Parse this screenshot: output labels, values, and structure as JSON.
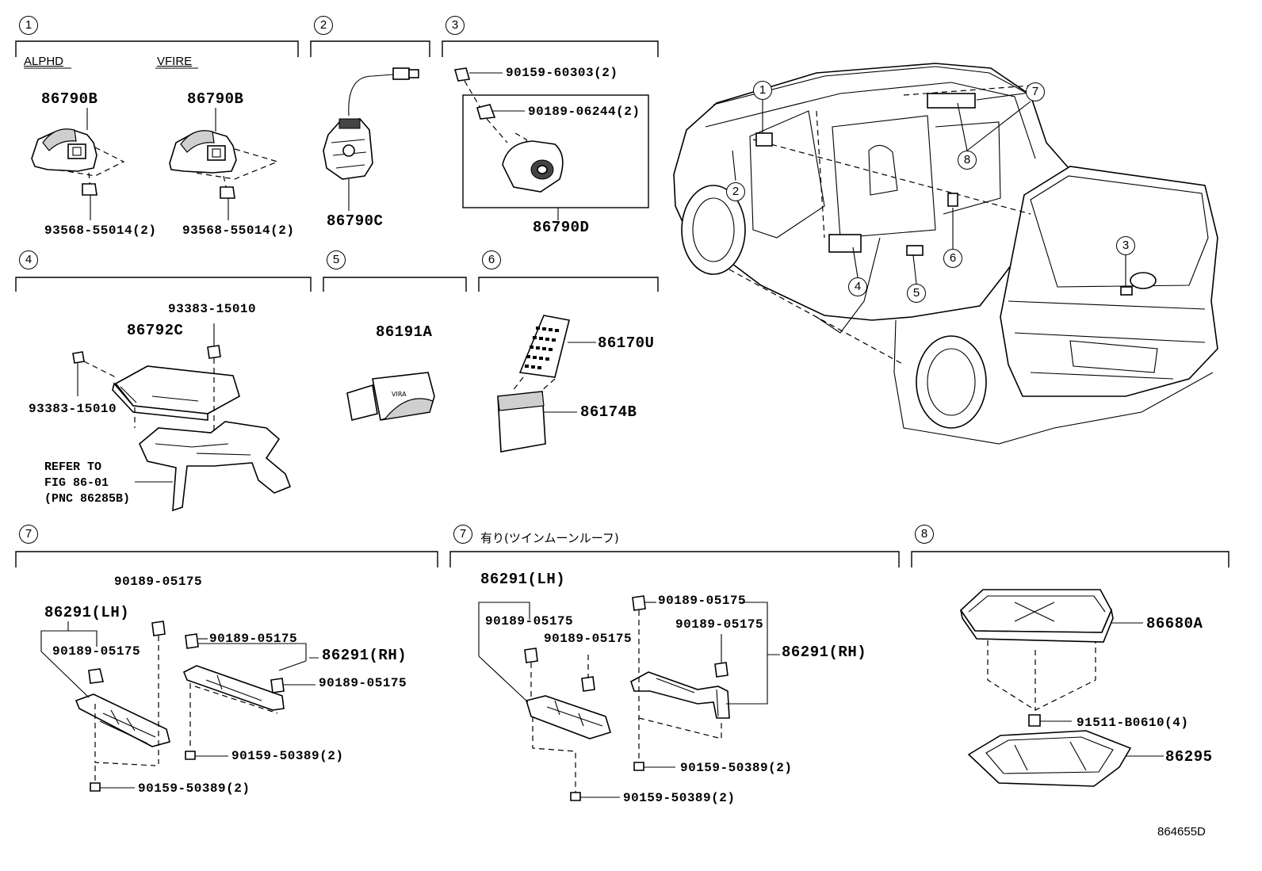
{
  "sections": {
    "s1": {
      "num": "1",
      "sub_a": "ALPHD",
      "sub_b": "VFIRE",
      "part_a": "86790B",
      "part_b": "86790B",
      "screw_a": "93568-55014(2)",
      "screw_b": "93568-55014(2)"
    },
    "s2": {
      "num": "2",
      "part": "86790C"
    },
    "s3": {
      "num": "3",
      "screw": "90159-60303(2)",
      "clip": "90189-06244(2)",
      "part": "86790D"
    },
    "s4": {
      "num": "4",
      "part": "86792C",
      "bolt_top": "93383-15010",
      "bolt_left": "93383-15010",
      "refer_note": "REFER TO\nFIG 86-01\n(PNC 86285B)"
    },
    "s5": {
      "num": "5",
      "part": "86191A"
    },
    "s6": {
      "num": "6",
      "remote": "86170U",
      "holder": "86174B"
    },
    "s7a": {
      "num": "7",
      "bracket_lh": "86291(LH)",
      "bracket_rh": "86291(RH)",
      "clip_top": "90189-05175",
      "clip_lh": "90189-05175",
      "clip_rh1": "90189-05175",
      "clip_rh2": "90189-05175",
      "screw_rh": "90159-50389(2)",
      "screw_lh": "90159-50389(2)"
    },
    "s7b": {
      "num": "7",
      "title": "有り(ツインムーンルーフ)",
      "bracket_lh": "86291(LH)",
      "bracket_rh": "86291(RH)",
      "clip_a": "90189-05175",
      "clip_b": "90189-05175",
      "clip_c": "90189-05175",
      "clip_d": "90189-05175",
      "screw_rh": "90159-50389(2)",
      "screw_lh": "90159-50389(2)"
    },
    "s8": {
      "num": "8",
      "unit": "86680A",
      "screw": "91511-B0610(4)",
      "trim": "86295"
    }
  },
  "car_callouts": [
    "1",
    "7",
    "8",
    "2",
    "3",
    "4",
    "5",
    "6"
  ],
  "diagram_code": "864655D"
}
